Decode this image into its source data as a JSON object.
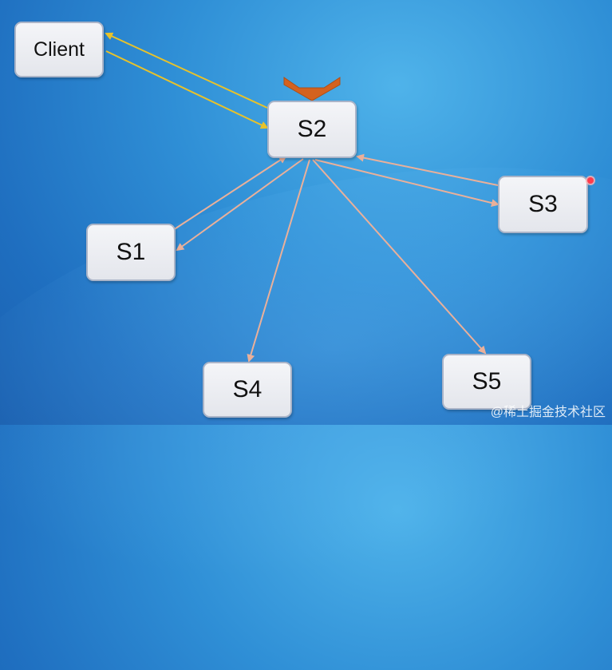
{
  "nodes": {
    "client": "Client",
    "s2": "S2",
    "s3": "S3",
    "s1": "S1",
    "s4": "S4",
    "s5": "S5"
  },
  "colors": {
    "client_link": "#e8c22a",
    "server_link": "#eab09a",
    "leader_marker": "#d4621f"
  },
  "icons": {
    "leader": "chevron-down-icon",
    "pointer": "laser-pointer-dot"
  },
  "watermark": "@稀土掘金技术社区"
}
